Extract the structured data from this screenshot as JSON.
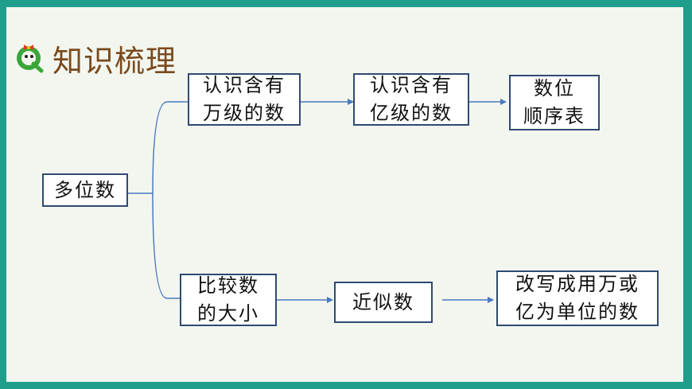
{
  "header": {
    "title": "知识梳理",
    "logo_icon": "cartoon-q-bow-icon"
  },
  "nodes": {
    "root": {
      "text": "多位数"
    },
    "wan": {
      "line1": "认识含有",
      "line2": "万级的数"
    },
    "yi": {
      "line1": "认识含有",
      "line2": "亿级的数"
    },
    "shuwei": {
      "line1": "数位",
      "line2": "顺序表"
    },
    "bijiao": {
      "line1": "比较数",
      "line2": "的大小"
    },
    "jinsi": {
      "text": "近似数"
    },
    "gaixie": {
      "line1": "改写成用万或",
      "line2": "亿为单位的数"
    }
  },
  "colors": {
    "frame_border": "#1f9e8c",
    "box_border": "#2f4a73",
    "arrow": "#4a78c0",
    "title": "#7a4a1e"
  }
}
